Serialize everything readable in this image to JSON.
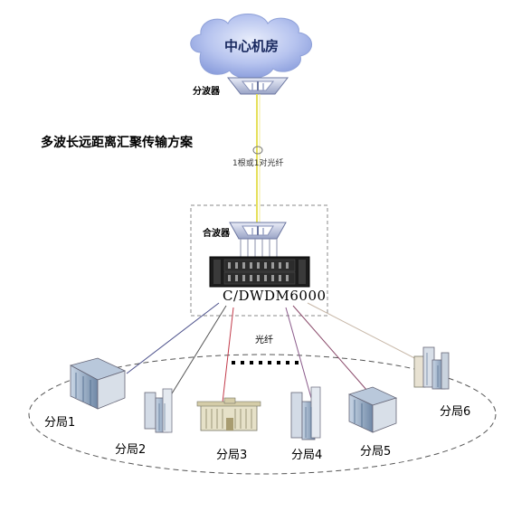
{
  "cloud": {
    "label": "中心机房"
  },
  "demux": {
    "label": "分波器"
  },
  "diagram_title": "多波长远距离汇聚传输方案",
  "trunk": {
    "label": "1根或1对光纤"
  },
  "mux": {
    "label": "合波器"
  },
  "device": {
    "label": "C/DWDM6000"
  },
  "fiber": {
    "label": "光纤"
  },
  "sites": [
    {
      "label": "分局1"
    },
    {
      "label": "分局2"
    },
    {
      "label": "分局3"
    },
    {
      "label": "分局4"
    },
    {
      "label": "分局5"
    },
    {
      "label": "分局6"
    }
  ],
  "colors": {
    "cloud": "#a9b9ec",
    "trunk_fiber": "#e6e05a",
    "device": "#1c1c1c",
    "link_1": "#4a4f8a",
    "link_2": "#555555",
    "link_3": "#c23a4a",
    "link_4": "#8a5a8a",
    "link_5": "#8a4a6a",
    "link_6": "#c8b8a8"
  }
}
